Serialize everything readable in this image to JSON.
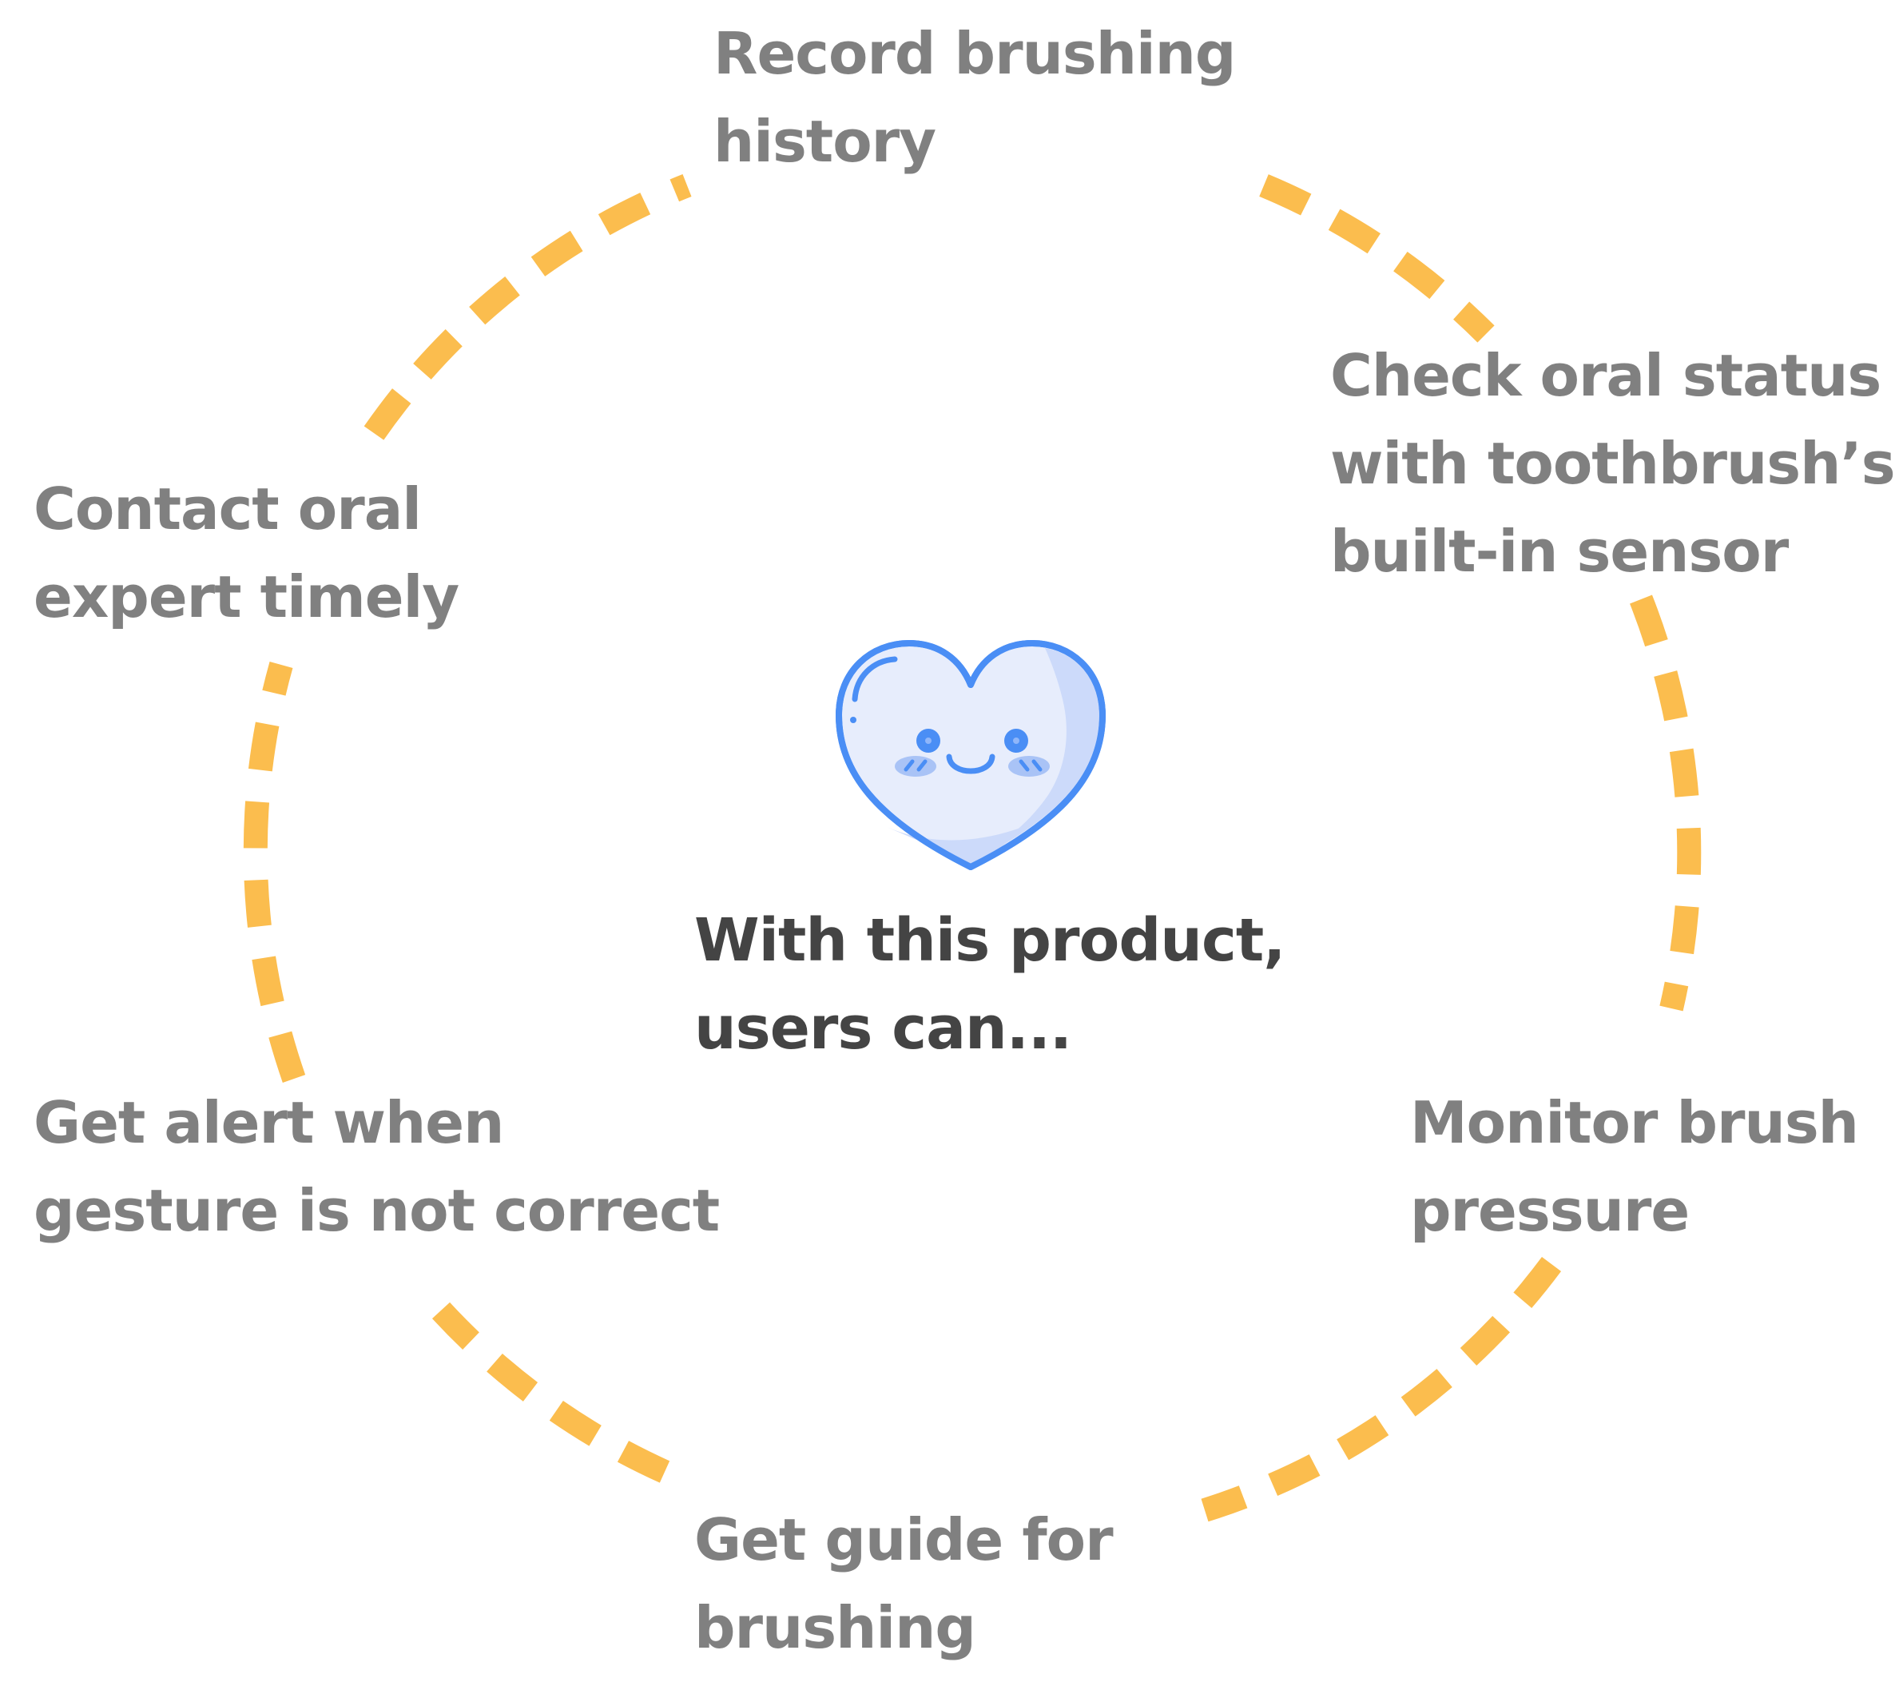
{
  "center": {
    "line1": "With this product,",
    "line2": "users can..."
  },
  "features": {
    "record": {
      "line1": "Record brushing",
      "line2": "history"
    },
    "check": {
      "line1": "Check oral status",
      "line2": "with toothbrush’s",
      "line3": "built-in sensor"
    },
    "monitor": {
      "line1": "Monitor brush",
      "line2": "pressure"
    },
    "guide": {
      "line1": "Get guide for",
      "line2": "brushing"
    },
    "alert": {
      "line1": "Get alert when",
      "line2": "gesture is not correct"
    },
    "contact": {
      "line1": "Contact oral",
      "line2": "expert timely"
    }
  },
  "colors": {
    "ring": "#FBBD4E",
    "label_text": "#808080",
    "center_text": "#444444",
    "heart_outline": "#4A8EF5",
    "heart_fill": "#E7EDFC",
    "heart_shade": "#CCDAFA"
  },
  "icons": {
    "center_icon": "smiling-heart-icon"
  }
}
